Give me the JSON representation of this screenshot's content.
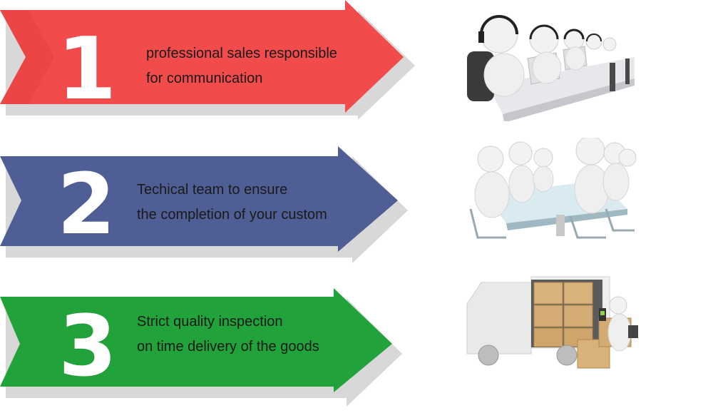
{
  "steps": [
    {
      "number": "1",
      "line1": "professional sales responsible",
      "line2": "for communication",
      "color": "#f24b4b",
      "illustration": "call-center-icon"
    },
    {
      "number": "2",
      "line1": "Techical team to ensure",
      "line2": "the completion of your custom",
      "color": "#4f5f95",
      "illustration": "meeting-icon"
    },
    {
      "number": "3",
      "line1": "Strict quality inspection",
      "line2": "on time delivery of the goods",
      "color": "#22a23a",
      "illustration": "delivery-truck-icon"
    }
  ]
}
